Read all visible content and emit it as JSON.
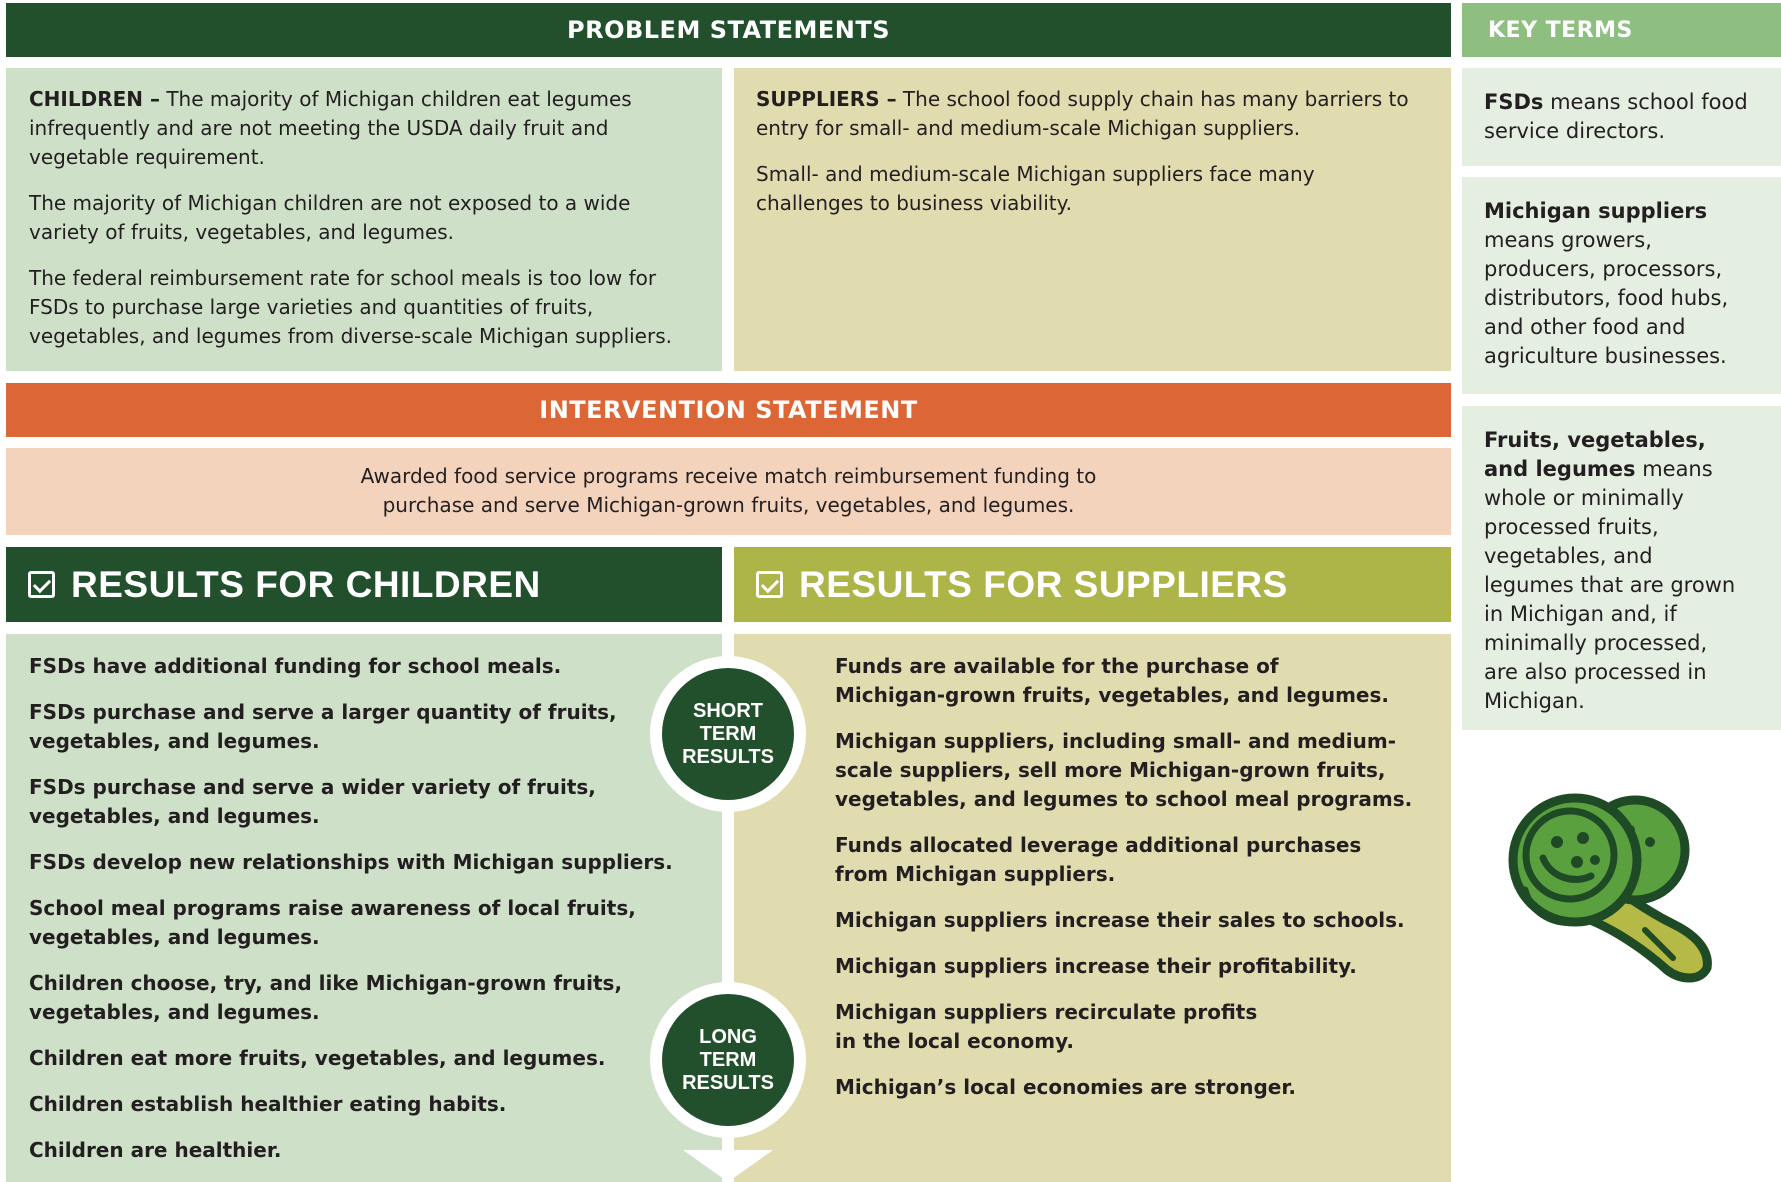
{
  "problem": {
    "header": "PROBLEM STATEMENTS",
    "children": {
      "label": "CHILDREN –",
      "p1": " The majority of Michigan children eat legumes infrequently and are not meeting the USDA daily fruit and vegetable requirement.",
      "p2": "The majority of Michigan children are not exposed to a wide variety of fruits, vegetables, and legumes.",
      "p3": "The federal reimbursement rate for school meals is too low for FSDs to purchase large varieties and quantities of fruits, vegetables, and legumes from diverse-scale Michigan suppliers."
    },
    "suppliers": {
      "label": "SUPPLIERS –",
      "p1": " The school food supply chain has many barriers to entry for small- and medium-scale Michigan suppliers.",
      "p2": "Small- and medium-scale Michigan suppliers face many challenges to business viability."
    }
  },
  "intervention": {
    "header": "INTERVENTION STATEMENT",
    "line1": "Awarded food service programs receive match reimbursement funding to",
    "line2": "purchase and serve Michigan-grown fruits, vegetables, and legumes."
  },
  "results_children": {
    "header": "RESULTS FOR CHILDREN",
    "items": [
      "FSDs have additional funding for school meals.",
      "FSDs purchase and serve a larger quantity of fruits, vegetables, and legumes.",
      "FSDs purchase and serve a wider variety of fruits, vegetables, and legumes.",
      "FSDs develop new relationships with Michigan suppliers.",
      "School meal programs raise awareness of local fruits, vegetables, and legumes.",
      "Children choose, try, and like Michigan-grown fruits, vegetables, and legumes.",
      "Children eat more fruits, vegetables, and legumes.",
      "Children establish healthier eating habits.",
      "Children are healthier."
    ]
  },
  "results_suppliers": {
    "header": "RESULTS FOR SUPPLIERS",
    "items": [
      "Funds are available for the purchase of Michigan-grown fruits, vegetables, and legumes.",
      "Michigan suppliers, including small- and medium-scale suppliers, sell more Michigan-grown fruits, vegetables, and legumes to school meal programs.",
      "Funds allocated leverage additional purchases from Michigan suppliers.",
      "Michigan suppliers increase their sales to schools.",
      "Michigan suppliers increase their profitability.",
      "Michigan suppliers recirculate profits in the local economy.",
      "Michigan’s local economies are stronger."
    ]
  },
  "timeline": {
    "short": [
      "SHORT",
      "TERM",
      "RESULTS"
    ],
    "long": [
      "LONG",
      "TERM",
      "RESULTS"
    ]
  },
  "key_terms": {
    "header": "KEY TERMS",
    "t1": {
      "term": "FSDs",
      "def": " means school food service directors."
    },
    "t2": {
      "term": "Michigan suppliers",
      "def": " means growers, producers, processors, distributors, food hubs, and other food and agriculture businesses."
    },
    "t3": {
      "term": "Fruits, vegetables, and legumes",
      "def": " means whole or minimally processed fruits, vegetables, and legumes that are grown in Michigan and, if minimally processed, are also processed in Michigan."
    }
  },
  "colors": {
    "dark_green": "#22502c",
    "light_green": "#cfe0c9",
    "olive": "#adb448",
    "tan": "#e0dcb0",
    "orange": "#dd6636",
    "peach": "#f4d3bd",
    "key_green": "#8fbf80",
    "key_bg": "#e4eee1"
  },
  "icons": {
    "broccoli": "broccoli-icon",
    "checkbox": "checkbox-icon",
    "arrow": "down-arrow-icon"
  }
}
